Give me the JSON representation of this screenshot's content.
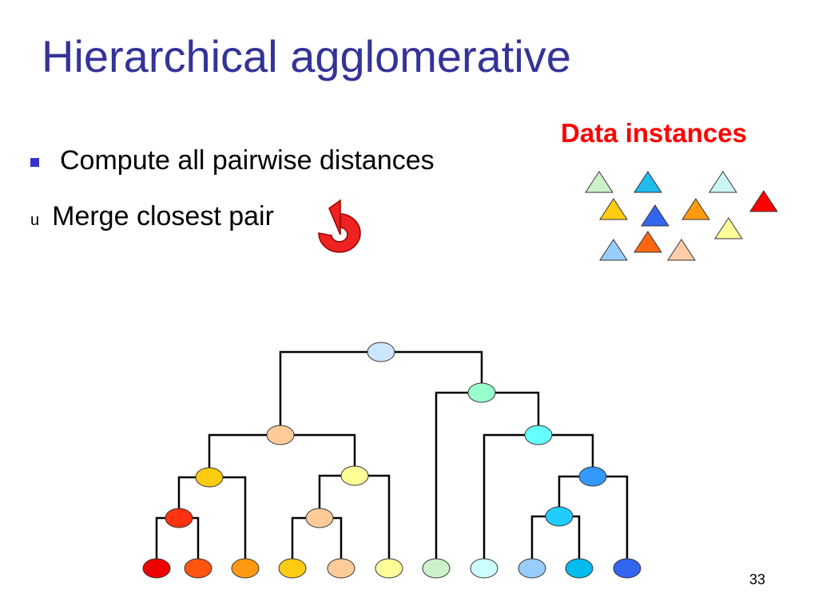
{
  "slide": {
    "title": "Hierarchical agglomerative",
    "bullets": [
      {
        "text": "Compute all pairwise distances",
        "marker": "square-bullet"
      },
      {
        "text": "Merge closest pair",
        "marker": "u"
      }
    ],
    "data_label": "Data instances",
    "page_number": "33",
    "icons": {
      "loop": "circular-arrow-icon"
    }
  },
  "colors": {
    "title": "#333399",
    "bullet": "#3333cc",
    "data_label": "#ff0000",
    "loop_arrow": "#ee2222"
  },
  "data_instances": [
    {
      "color": "#ccf2cc"
    },
    {
      "color": "#22bbee"
    },
    {
      "color": "#ccf6f6"
    },
    {
      "color": "#ffcc11"
    },
    {
      "color": "#3366ee"
    },
    {
      "color": "#ff9911"
    },
    {
      "color": "#ff0000"
    },
    {
      "color": "#ffff99"
    },
    {
      "color": "#99ccff"
    },
    {
      "color": "#ff6611"
    },
    {
      "color": "#ffccaa"
    }
  ],
  "dendrogram": {
    "leaves": [
      "#ee0000",
      "#ff5511",
      "#ff9911",
      "#ffcc11",
      "#ffcc99",
      "#ffff99",
      "#ccf2cc",
      "#ccffff",
      "#99ccff",
      "#00bbee",
      "#3366ee"
    ],
    "internal": [
      {
        "color": "#ff3311"
      },
      {
        "color": "#ffcc99"
      },
      {
        "color": "#ffcc11"
      },
      {
        "color": "#ffff99"
      },
      {
        "color": "#ffcc99"
      },
      {
        "color": "#22ccff"
      },
      {
        "color": "#3399ff"
      },
      {
        "color": "#66ffff"
      },
      {
        "color": "#99ffcc"
      },
      {
        "color": "#cce6ff"
      }
    ]
  }
}
